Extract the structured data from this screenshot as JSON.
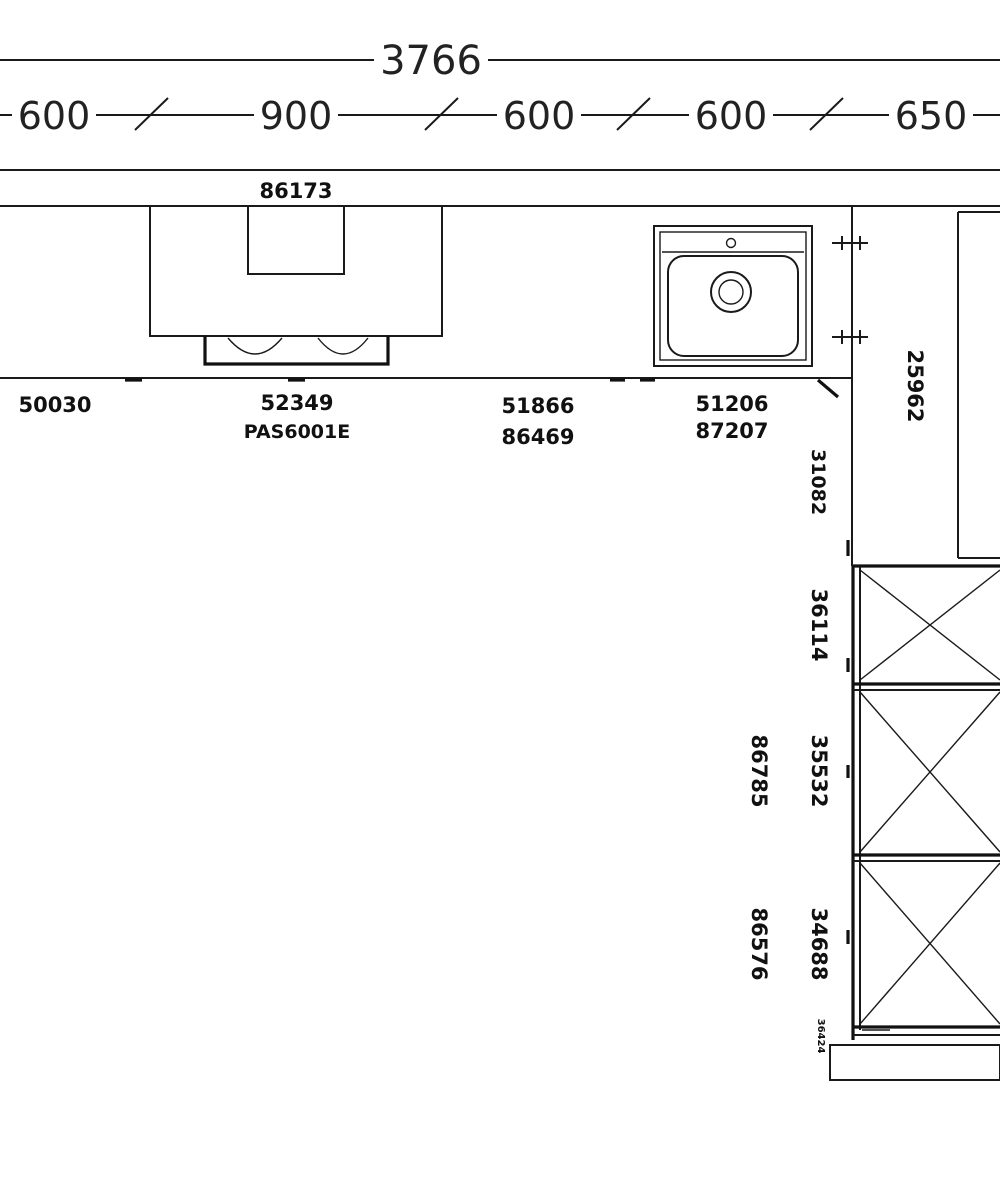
{
  "dimensions": {
    "total": "3766",
    "segments": [
      "600",
      "900",
      "600",
      "600",
      "650"
    ]
  },
  "labels": {
    "hood": "86173",
    "base_left": "50030",
    "hob_cabinet": "52349",
    "hob_model": "PAS6001E",
    "base_mid_1": "51866",
    "base_mid_2": "86469",
    "sink_cabinet": "51206",
    "sink_model": "87207",
    "wall_right": "25962",
    "corner": "31082",
    "side_1": "36114",
    "side_2a": "86785",
    "side_2b": "35532",
    "side_3a": "86576",
    "side_3b": "34688",
    "side_end": "36424"
  }
}
